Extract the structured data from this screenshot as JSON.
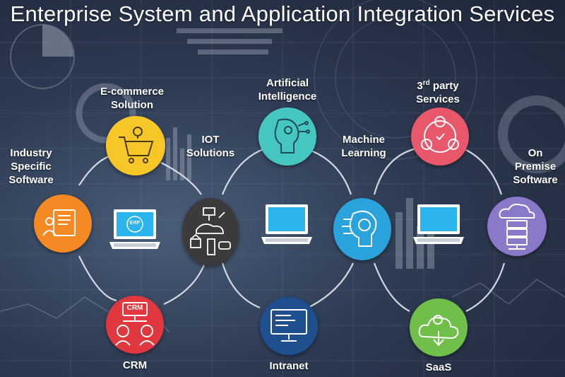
{
  "title": "Enterprise System and Application Integration Services",
  "nodes": {
    "ecommerce": {
      "line1": "E-commerce",
      "line2": "Solution",
      "color": "#f7c627"
    },
    "industry": {
      "line1": "Industry",
      "line2": "Specific",
      "line3": "Software",
      "color": "#f58a24"
    },
    "crm": {
      "label": "CRM",
      "icon_text": "CRM",
      "color": "#e0383e"
    },
    "iot": {
      "line1": "IOT",
      "line2": "Solutions",
      "color": "#3b3b3b"
    },
    "ai": {
      "line1": "Artificial",
      "line2": "Intelligence",
      "color": "#45c6c0"
    },
    "intranet": {
      "label": "Intranet",
      "color": "#1f4f8f"
    },
    "ml": {
      "line1": "Machine",
      "line2": "Learning",
      "color": "#2aa3dc"
    },
    "third_party": {
      "prefix": "3",
      "sup": "rd",
      "suffix": " party",
      "line2": "Services",
      "color": "#e8576a"
    },
    "saas": {
      "label": "SaaS",
      "color": "#6fbf4a"
    },
    "on_premise": {
      "line1": "On",
      "line2": "Premise",
      "line3": "Software",
      "color": "#8a78c9"
    }
  },
  "laptops": {
    "screen_color": "#2bb5ec",
    "erp_text": "ERP"
  }
}
